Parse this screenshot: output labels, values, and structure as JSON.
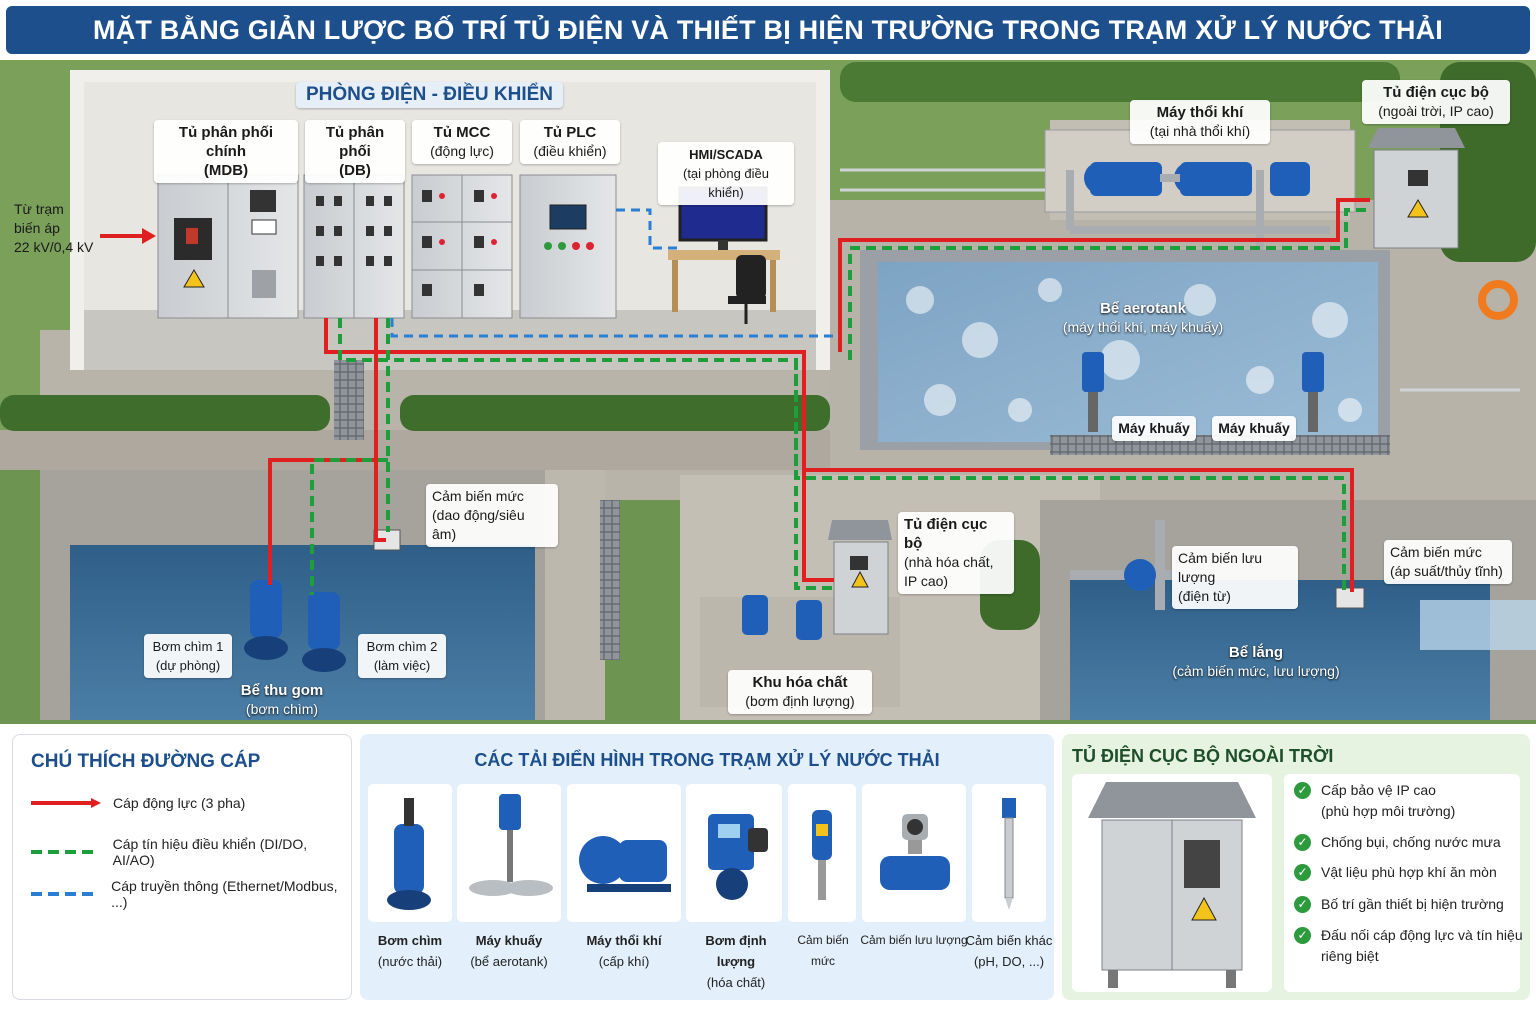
{
  "title": "MẶT BẰNG GIẢN LƯỢC BỐ TRÍ TỦ ĐIỆN VÀ THIẾT BỊ HIỆN TRƯỜNG TRONG TRẠM XỬ LÝ NƯỚC THẢI",
  "plan": {
    "room_title": "PHÒNG ĐIỆN - ĐIỀU KHIỂN",
    "incoming": {
      "line1": "Từ trạm",
      "line2": "biến áp",
      "line3": "22 kV/0,4 kV"
    },
    "panels": [
      {
        "name": "Tủ phân phối chính",
        "sub": "(MDB)"
      },
      {
        "name": "Tủ phân phối",
        "sub": "(DB)"
      },
      {
        "name": "Tủ MCC",
        "sub": "(động lực)"
      },
      {
        "name": "Tủ PLC",
        "sub": "(điều khiển)"
      }
    ],
    "hmi": {
      "name": "HMI/SCADA",
      "sub": "(tại phòng điều khiển)"
    },
    "blower": {
      "name": "Máy thổi khí",
      "sub": "(tại nhà thổi khí)"
    },
    "local_panel_top": {
      "name": "Tủ điện cục bộ",
      "sub": "(ngoài trời, IP cao)"
    },
    "aerotank": {
      "name": "Bể aerotank",
      "sub": "(máy thổi khí, máy khuấy)"
    },
    "mixer1": "Máy khuấy",
    "mixer2": "Máy khuấy",
    "level_sensor_left": {
      "name": "Cảm biến mức",
      "sub": "(dao động/siêu âm)"
    },
    "pump1": {
      "name": "Bơm chìm 1",
      "sub": "(dự phòng)"
    },
    "pump2": {
      "name": "Bơm chìm 2",
      "sub": "(làm việc)"
    },
    "sump": {
      "name": "Bể thu gom",
      "sub": "(bơm chìm)"
    },
    "local_panel_mid": {
      "name": "Tủ điện cục bộ",
      "sub1": "(nhà hóa chất,",
      "sub2": "IP cao)"
    },
    "chem_area": {
      "name": "Khu hóa chất",
      "sub": "(bơm định lượng)"
    },
    "flow_sensor": {
      "name": "Cảm biến lưu lượng",
      "sub": "(điện từ)"
    },
    "level_sensor_right": {
      "name": "Cảm biến mức",
      "sub": "(áp suất/thủy tĩnh)"
    },
    "settling": {
      "name": "Bể lắng",
      "sub": "(cảm biến mức, lưu lượng)"
    }
  },
  "legend": {
    "title": "CHÚ THÍCH ĐƯỜNG CÁP",
    "items": [
      {
        "label": "Cáp động lực (3 pha)",
        "color": "#e02020",
        "style": "solid"
      },
      {
        "label": "Cáp tín hiệu điều khiển (DI/DO, AI/AO)",
        "color": "#1e9e3a",
        "style": "dashed"
      },
      {
        "label": "Cáp truyền thông (Ethernet/Modbus, ...)",
        "color": "#2a7fd4",
        "style": "dashed"
      }
    ]
  },
  "loads": {
    "title": "CÁC TẢI ĐIỂN HÌNH TRONG TRẠM XỬ LÝ NƯỚC THẢI",
    "items": [
      {
        "name": "Bơm chìm",
        "sub": "(nước thải)"
      },
      {
        "name": "Máy khuấy",
        "sub": "(bể aerotank)"
      },
      {
        "name": "Máy thổi khí",
        "sub": "(cấp khí)"
      },
      {
        "name": "Bơm định lượng",
        "sub": "(hóa chất)"
      },
      {
        "name": "Cảm biến mức",
        "sub": ""
      },
      {
        "name": "Cảm biến lưu lượng",
        "sub": ""
      },
      {
        "name": "Cảm biến khác",
        "sub": "(pH, DO, ...)"
      }
    ]
  },
  "outdoor": {
    "title": "TỦ ĐIỆN CỤC BỘ NGOÀI TRỜI",
    "checks": [
      {
        "line1": "Cấp bảo vệ IP cao",
        "line2": "(phù hợp môi trường)"
      },
      {
        "line1": "Chống bụi, chống nước mưa",
        "line2": ""
      },
      {
        "line1": "Vật liệu phù hợp khí ăn mòn",
        "line2": ""
      },
      {
        "line1": "Bố trí gần thiết bị hiện trường",
        "line2": ""
      },
      {
        "line1": "Đấu nối cáp động lực và tín hiệu",
        "line2": "riêng biệt"
      }
    ]
  },
  "colors": {
    "header_bg": "#1d4f8c",
    "power": "#e02020",
    "signal": "#1e9e3a",
    "comm": "#2a7fd4",
    "water": "#3d6e98",
    "equipment_blue": "#1f5fb8"
  }
}
